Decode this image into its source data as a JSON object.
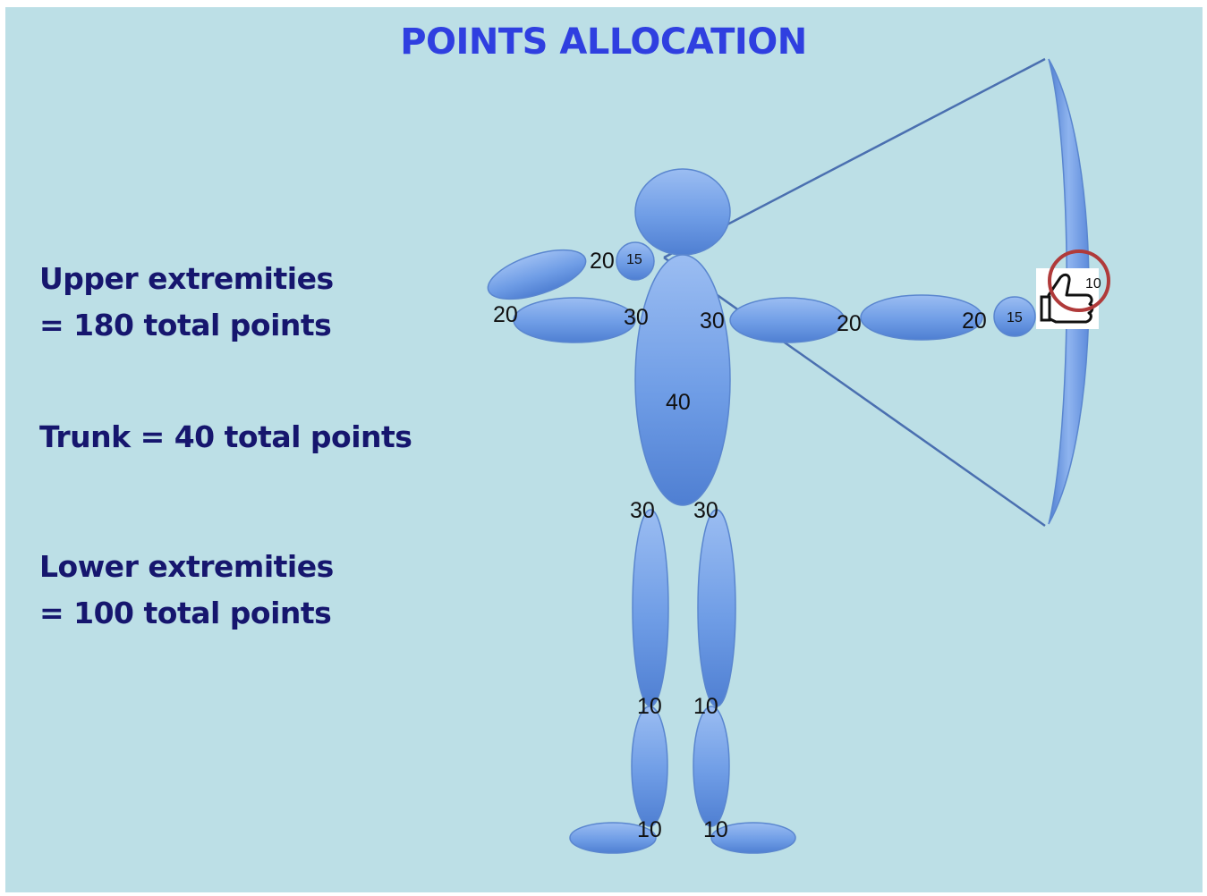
{
  "title": "POINTS ALLOCATION",
  "summary": {
    "upper": [
      "Upper extremities",
      "= 180 total points"
    ],
    "trunk": "Trunk = 40 total points",
    "lower": [
      "Lower extremities",
      "= 100 total points"
    ]
  },
  "points": {
    "left_shoulder": "20",
    "neck": "15",
    "left_elbow": "20",
    "left_upper_arm_inner": "30",
    "right_upper_arm_inner": "30",
    "right_elbow": "20",
    "right_wrist": "20",
    "right_hand": "15",
    "finger": "10",
    "trunk": "40",
    "left_hip": "30",
    "right_hip": "30",
    "left_knee": "10",
    "right_knee": "10",
    "left_foot": "10",
    "right_foot": "10"
  },
  "icons": {
    "thumbs_up": "thumbs-up-icon",
    "highlight_circle": "red-circle"
  },
  "colors": {
    "background": "#bcdfe6",
    "title": "#2f3fe0",
    "summary_text": "#16166e",
    "body_fill": "#6f9de6",
    "bow_string": "#4a6fb0",
    "highlight": "#b03a3a"
  }
}
